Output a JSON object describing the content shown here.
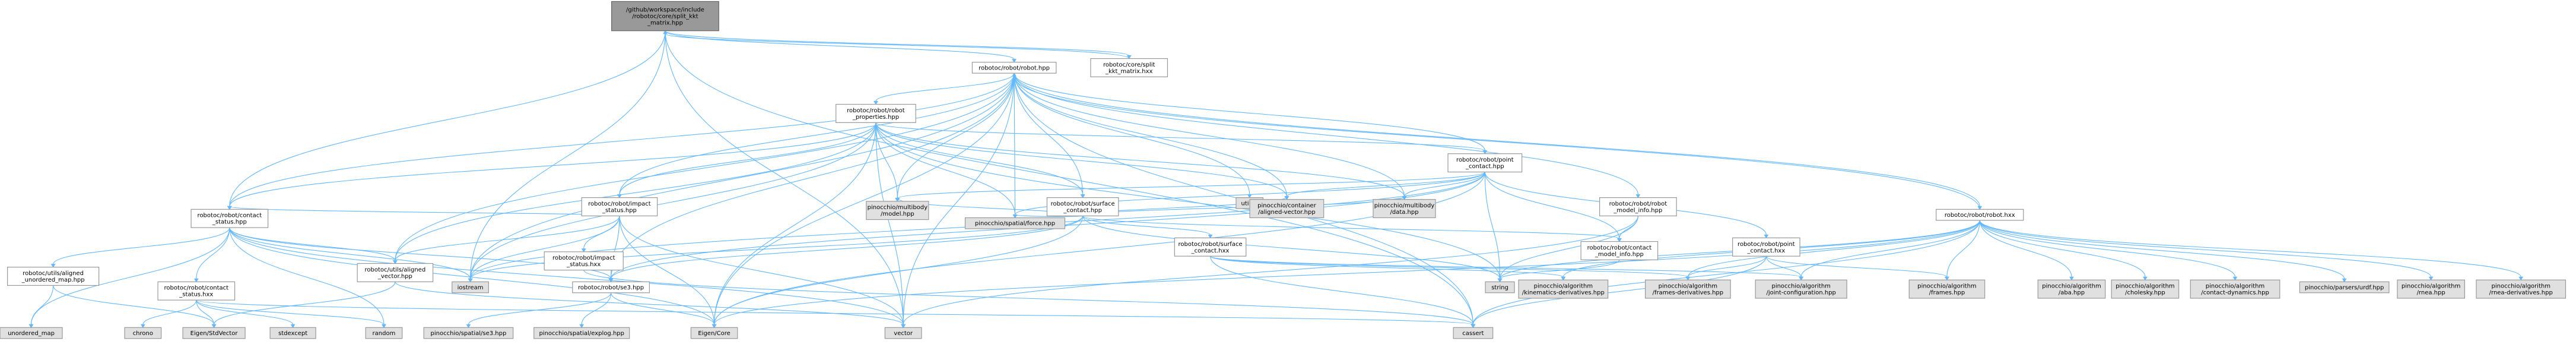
{
  "graph": {
    "nodes": [
      {
        "id": "root",
        "lines": [
          "/github/workspace/include",
          "/robotoc/core/split_kkt",
          "_matrix.hpp"
        ],
        "kind": "root"
      },
      {
        "id": "robot",
        "lines": [
          "robotoc/robot/robot.hpp"
        ],
        "kind": "file"
      },
      {
        "id": "split_hxx",
        "lines": [
          "robotoc/core/split",
          "_kkt_matrix.hxx"
        ],
        "kind": "file"
      },
      {
        "id": "robot_props",
        "lines": [
          "robotoc/robot/robot",
          "_properties.hpp"
        ],
        "kind": "file"
      },
      {
        "id": "impact_status",
        "lines": [
          "robotoc/robot/impact",
          "_status.hpp"
        ],
        "kind": "file"
      },
      {
        "id": "surface_contact",
        "lines": [
          "robotoc/robot/surface",
          "_contact.hpp"
        ],
        "kind": "file"
      },
      {
        "id": "point_contact",
        "lines": [
          "robotoc/robot/point",
          "_contact.hpp"
        ],
        "kind": "file"
      },
      {
        "id": "robot_model_info",
        "lines": [
          "robotoc/robot/robot",
          "_model_info.hpp"
        ],
        "kind": "file"
      },
      {
        "id": "utility",
        "lines": [
          "utility"
        ],
        "kind": "ext"
      },
      {
        "id": "contact_status",
        "lines": [
          "robotoc/robot/contact",
          "_status.hpp"
        ],
        "kind": "file"
      },
      {
        "id": "impact_status_hxx",
        "lines": [
          "robotoc/robot/impact",
          "_status.hxx"
        ],
        "kind": "file"
      },
      {
        "id": "pin_model",
        "lines": [
          "pinocchio/multibody",
          "/model.hpp"
        ],
        "kind": "ext"
      },
      {
        "id": "pin_force",
        "lines": [
          "pinocchio/spatial/force.hpp"
        ],
        "kind": "ext"
      },
      {
        "id": "surface_contact_hxx",
        "lines": [
          "robotoc/robot/surface",
          "_contact.hxx"
        ],
        "kind": "file"
      },
      {
        "id": "pin_aligned",
        "lines": [
          "pinocchio/container",
          "/aligned-vector.hpp"
        ],
        "kind": "ext"
      },
      {
        "id": "pin_data",
        "lines": [
          "pinocchio/multibody",
          "/data.hpp"
        ],
        "kind": "ext"
      },
      {
        "id": "contact_model_info",
        "lines": [
          "robotoc/robot/contact",
          "_model_info.hpp"
        ],
        "kind": "file"
      },
      {
        "id": "point_contact_hxx",
        "lines": [
          "robotoc/robot/point",
          "_contact.hxx"
        ],
        "kind": "file"
      },
      {
        "id": "robot_hxx",
        "lines": [
          "robotoc/robot/robot.hxx"
        ],
        "kind": "file"
      },
      {
        "id": "utils_unordered",
        "lines": [
          "robotoc/utils/aligned",
          "_unordered_map.hpp"
        ],
        "kind": "file"
      },
      {
        "id": "contact_status_hxx",
        "lines": [
          "robotoc/robot/contact",
          "_status.hxx"
        ],
        "kind": "file"
      },
      {
        "id": "utils_vector",
        "lines": [
          "robotoc/utils/aligned",
          "_vector.hpp"
        ],
        "kind": "file"
      },
      {
        "id": "iostream",
        "lines": [
          "iostream"
        ],
        "kind": "ext"
      },
      {
        "id": "se3",
        "lines": [
          "robotoc/robot/se3.hpp"
        ],
        "kind": "file"
      },
      {
        "id": "string",
        "lines": [
          "string"
        ],
        "kind": "ext"
      },
      {
        "id": "alg_kin_deriv",
        "lines": [
          "pinocchio/algorithm",
          "/kinematics-derivatives.hpp"
        ],
        "kind": "ext"
      },
      {
        "id": "alg_frames_deriv",
        "lines": [
          "pinocchio/algorithm",
          "/frames-derivatives.hpp"
        ],
        "kind": "ext"
      },
      {
        "id": "alg_joint_config",
        "lines": [
          "pinocchio/algorithm",
          "/joint-configuration.hpp"
        ],
        "kind": "ext"
      },
      {
        "id": "alg_frames",
        "lines": [
          "pinocchio/algorithm",
          "/frames.hpp"
        ],
        "kind": "ext"
      },
      {
        "id": "alg_aba",
        "lines": [
          "pinocchio/algorithm",
          "/aba.hpp"
        ],
        "kind": "ext"
      },
      {
        "id": "alg_cholesky",
        "lines": [
          "pinocchio/algorithm",
          "/cholesky.hpp"
        ],
        "kind": "ext"
      },
      {
        "id": "alg_contact_dyn",
        "lines": [
          "pinocchio/algorithm",
          "/contact-dynamics.hpp"
        ],
        "kind": "ext"
      },
      {
        "id": "parsers_urdf",
        "lines": [
          "pinocchio/parsers/urdf.hpp"
        ],
        "kind": "ext"
      },
      {
        "id": "alg_rnea",
        "lines": [
          "pinocchio/algorithm",
          "/rnea.hpp"
        ],
        "kind": "ext"
      },
      {
        "id": "alg_rnea_deriv",
        "lines": [
          "pinocchio/algorithm",
          "/rnea-derivatives.hpp"
        ],
        "kind": "ext"
      },
      {
        "id": "unordered_map",
        "lines": [
          "unordered_map"
        ],
        "kind": "ext"
      },
      {
        "id": "chrono",
        "lines": [
          "chrono"
        ],
        "kind": "ext"
      },
      {
        "id": "eigen_stdvector",
        "lines": [
          "Eigen/StdVector"
        ],
        "kind": "ext"
      },
      {
        "id": "stdexcept",
        "lines": [
          "stdexcept"
        ],
        "kind": "ext"
      },
      {
        "id": "random",
        "lines": [
          "random"
        ],
        "kind": "ext"
      },
      {
        "id": "pin_se3",
        "lines": [
          "pinocchio/spatial/se3.hpp"
        ],
        "kind": "ext"
      },
      {
        "id": "pin_explog",
        "lines": [
          "pinocchio/spatial/explog.hpp"
        ],
        "kind": "ext"
      },
      {
        "id": "eigen_core",
        "lines": [
          "Eigen/Core"
        ],
        "kind": "ext"
      },
      {
        "id": "vector",
        "lines": [
          "vector"
        ],
        "kind": "ext"
      },
      {
        "id": "cassert",
        "lines": [
          "cassert"
        ],
        "kind": "ext"
      }
    ],
    "edges": [
      [
        "root",
        "robot"
      ],
      [
        "root",
        "split_hxx"
      ],
      [
        "root",
        "contact_status"
      ],
      [
        "root",
        "iostream"
      ],
      [
        "root",
        "vector"
      ],
      [
        "root",
        "cassert"
      ],
      [
        "split_hxx",
        "root"
      ],
      [
        "robot",
        "robot_props"
      ],
      [
        "robot",
        "impact_status"
      ],
      [
        "robot",
        "surface_contact"
      ],
      [
        "robot",
        "point_contact"
      ],
      [
        "robot",
        "robot_model_info"
      ],
      [
        "robot",
        "utility"
      ],
      [
        "robot",
        "contact_status"
      ],
      [
        "robot",
        "utils_vector"
      ],
      [
        "robot",
        "iostream"
      ],
      [
        "robot",
        "se3"
      ],
      [
        "robot",
        "robot_hxx"
      ],
      [
        "robot",
        "pin_model"
      ],
      [
        "robot",
        "pin_data"
      ],
      [
        "robot",
        "pin_force"
      ],
      [
        "robot",
        "pin_aligned"
      ],
      [
        "robot",
        "vector"
      ],
      [
        "robot",
        "cassert"
      ],
      [
        "robot",
        "eigen_core"
      ],
      [
        "robot_props",
        "impact_status"
      ],
      [
        "robot_props",
        "surface_contact"
      ],
      [
        "robot_props",
        "point_contact"
      ],
      [
        "robot_props",
        "contact_status"
      ],
      [
        "robot_props",
        "pin_model"
      ],
      [
        "robot_props",
        "pin_force"
      ],
      [
        "robot_props",
        "pin_aligned"
      ],
      [
        "robot_props",
        "pin_data"
      ],
      [
        "robot_props",
        "utils_vector"
      ],
      [
        "robot_props",
        "iostream"
      ],
      [
        "robot_props",
        "vector"
      ],
      [
        "robot_props",
        "eigen_core"
      ],
      [
        "robot_props",
        "string"
      ],
      [
        "impact_status",
        "contact_status"
      ],
      [
        "impact_status",
        "impact_status_hxx"
      ],
      [
        "impact_status",
        "utils_vector"
      ],
      [
        "impact_status",
        "iostream"
      ],
      [
        "impact_status",
        "se3"
      ],
      [
        "impact_status",
        "vector"
      ],
      [
        "impact_status",
        "eigen_core"
      ],
      [
        "impact_status_hxx",
        "cassert"
      ],
      [
        "surface_contact",
        "contact_model_info"
      ],
      [
        "surface_contact",
        "pin_model"
      ],
      [
        "surface_contact",
        "pin_force"
      ],
      [
        "surface_contact",
        "pin_aligned"
      ],
      [
        "surface_contact",
        "pin_data"
      ],
      [
        "surface_contact",
        "surface_contact_hxx"
      ],
      [
        "surface_contact",
        "se3"
      ],
      [
        "surface_contact",
        "iostream"
      ],
      [
        "surface_contact",
        "eigen_core"
      ],
      [
        "surface_contact",
        "string"
      ],
      [
        "surface_contact_hxx",
        "alg_kin_deriv"
      ],
      [
        "surface_contact_hxx",
        "alg_frames_deriv"
      ],
      [
        "surface_contact_hxx",
        "alg_joint_config"
      ],
      [
        "surface_contact_hxx",
        "cassert"
      ],
      [
        "point_contact",
        "contact_model_info"
      ],
      [
        "point_contact",
        "pin_model"
      ],
      [
        "point_contact",
        "pin_force"
      ],
      [
        "point_contact",
        "pin_aligned"
      ],
      [
        "point_contact",
        "pin_data"
      ],
      [
        "point_contact",
        "point_contact_hxx"
      ],
      [
        "point_contact",
        "iostream"
      ],
      [
        "point_contact",
        "string"
      ],
      [
        "point_contact",
        "eigen_core"
      ],
      [
        "point_contact",
        "se3"
      ],
      [
        "point_contact_hxx",
        "alg_frames"
      ],
      [
        "point_contact_hxx",
        "alg_frames_deriv"
      ],
      [
        "point_contact_hxx",
        "alg_joint_config"
      ],
      [
        "point_contact_hxx",
        "cassert"
      ],
      [
        "robot_model_info",
        "contact_model_info"
      ],
      [
        "robot_model_info",
        "string"
      ],
      [
        "robot_model_info",
        "vector"
      ],
      [
        "contact_model_info",
        "string"
      ],
      [
        "contact_status",
        "utils_unordered"
      ],
      [
        "contact_status",
        "contact_status_hxx"
      ],
      [
        "contact_status",
        "utils_vector"
      ],
      [
        "contact_status",
        "iostream"
      ],
      [
        "contact_status",
        "se3"
      ],
      [
        "contact_status",
        "unordered_map"
      ],
      [
        "contact_status",
        "random"
      ],
      [
        "contact_status",
        "vector"
      ],
      [
        "contact_status",
        "eigen_core"
      ],
      [
        "contact_status_hxx",
        "chrono"
      ],
      [
        "contact_status_hxx",
        "stdexcept"
      ],
      [
        "contact_status_hxx",
        "eigen_stdvector"
      ],
      [
        "contact_status_hxx",
        "random"
      ],
      [
        "contact_status_hxx",
        "cassert"
      ],
      [
        "utils_unordered",
        "unordered_map"
      ],
      [
        "utils_unordered",
        "eigen_stdvector"
      ],
      [
        "utils_vector",
        "vector"
      ],
      [
        "utils_vector",
        "eigen_stdvector"
      ],
      [
        "se3",
        "pin_se3"
      ],
      [
        "se3",
        "pin_explog"
      ],
      [
        "se3",
        "eigen_core"
      ],
      [
        "robot_hxx",
        "alg_kin_deriv"
      ],
      [
        "robot_hxx",
        "alg_frames_deriv"
      ],
      [
        "robot_hxx",
        "alg_joint_config"
      ],
      [
        "robot_hxx",
        "alg_frames"
      ],
      [
        "robot_hxx",
        "alg_aba"
      ],
      [
        "robot_hxx",
        "alg_cholesky"
      ],
      [
        "robot_hxx",
        "alg_contact_dyn"
      ],
      [
        "robot_hxx",
        "parsers_urdf"
      ],
      [
        "robot_hxx",
        "alg_rnea"
      ],
      [
        "robot_hxx",
        "alg_rnea_deriv"
      ],
      [
        "robot_hxx",
        "robot"
      ],
      [
        "robot_hxx",
        "cassert"
      ],
      [
        "robot_hxx",
        "string"
      ],
      [
        "robot_hxx",
        "eigen_core"
      ]
    ]
  }
}
